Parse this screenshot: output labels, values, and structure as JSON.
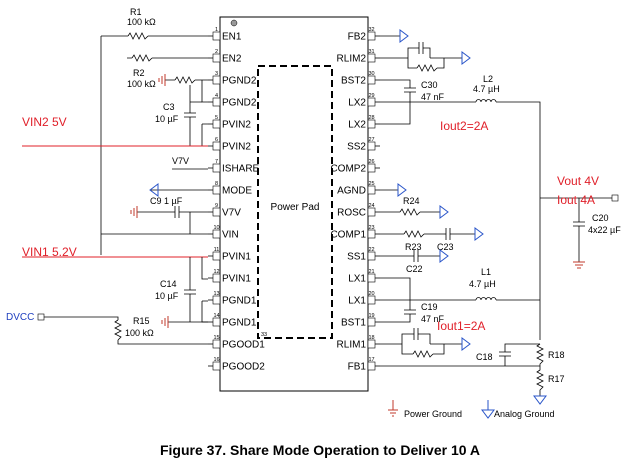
{
  "ic": {
    "pad_label": "Power Pad",
    "left_pins": [
      {
        "num": "1",
        "name": "EN1"
      },
      {
        "num": "2",
        "name": "EN2"
      },
      {
        "num": "3",
        "name": "PGND2"
      },
      {
        "num": "4",
        "name": "PGND2"
      },
      {
        "num": "5",
        "name": "PVIN2"
      },
      {
        "num": "6",
        "name": "PVIN2"
      },
      {
        "num": "7",
        "name": "ISHARE"
      },
      {
        "num": "8",
        "name": "MODE"
      },
      {
        "num": "9",
        "name": "V7V"
      },
      {
        "num": "10",
        "name": "VIN"
      },
      {
        "num": "11",
        "name": "PVIN1"
      },
      {
        "num": "12",
        "name": "PVIN1"
      },
      {
        "num": "13",
        "name": "PGND1"
      },
      {
        "num": "14",
        "name": "PGND1"
      },
      {
        "num": "15",
        "name": "PGOOD1"
      },
      {
        "num": "16",
        "name": "PGOOD2"
      }
    ],
    "right_pins": [
      {
        "num": "32",
        "name": "FB2"
      },
      {
        "num": "31",
        "name": "RLIM2"
      },
      {
        "num": "30",
        "name": "BST2"
      },
      {
        "num": "29",
        "name": "LX2"
      },
      {
        "num": "28",
        "name": "LX2"
      },
      {
        "num": "27",
        "name": "SS2"
      },
      {
        "num": "26",
        "name": "COMP2"
      },
      {
        "num": "25",
        "name": "AGND"
      },
      {
        "num": "24",
        "name": "ROSC"
      },
      {
        "num": "23",
        "name": "COMP1"
      },
      {
        "num": "22",
        "name": "SS1"
      },
      {
        "num": "21",
        "name": "LX1"
      },
      {
        "num": "20",
        "name": "LX1"
      },
      {
        "num": "19",
        "name": "BST1"
      },
      {
        "num": "18",
        "name": "RLIM1"
      },
      {
        "num": "17",
        "name": "FB1"
      }
    ],
    "pad_pin_num": "33"
  },
  "components": {
    "r1_name": "R1",
    "r1_value": "100 kΩ",
    "r2_name": "R2",
    "r2_value": "100 kΩ",
    "c3_name": "C3",
    "c3_value": "10 µF",
    "v7v_net": "V7V",
    "c9_label": "C9 1 µF",
    "c14_name": "C14",
    "c14_value": "10 µF",
    "r15_name": "R15",
    "r15_value": "100 kΩ",
    "c30_name": "C30",
    "c30_value": "47 nF",
    "l2_name": "L2",
    "l2_value": "4.7 µH",
    "r24_name": "R24",
    "r23_name": "R23",
    "c23_name": "C23",
    "c22_name": "C22",
    "l1_name": "L1",
    "l1_value": "4.7 µH",
    "c19_name": "C19",
    "c19_value": "47 nF",
    "c18_name": "C18",
    "r18_name": "R18",
    "r17_name": "R17",
    "c20_name": "C20",
    "c20_value": "4x22 µF"
  },
  "nets": {
    "vin2": "VIN2 5V",
    "vin1": "VIN1 5.2V",
    "dvcc": "DVCC",
    "iout2": "Iout2=2A",
    "iout1": "Iout1=2A",
    "vout": "Vout 4V",
    "iout": "Iout 4A"
  },
  "legend": {
    "power_ground": "Power Ground",
    "analog_ground": "Analog Ground"
  },
  "caption": "Figure 37.  Share Mode Operation to Deliver 10 A"
}
